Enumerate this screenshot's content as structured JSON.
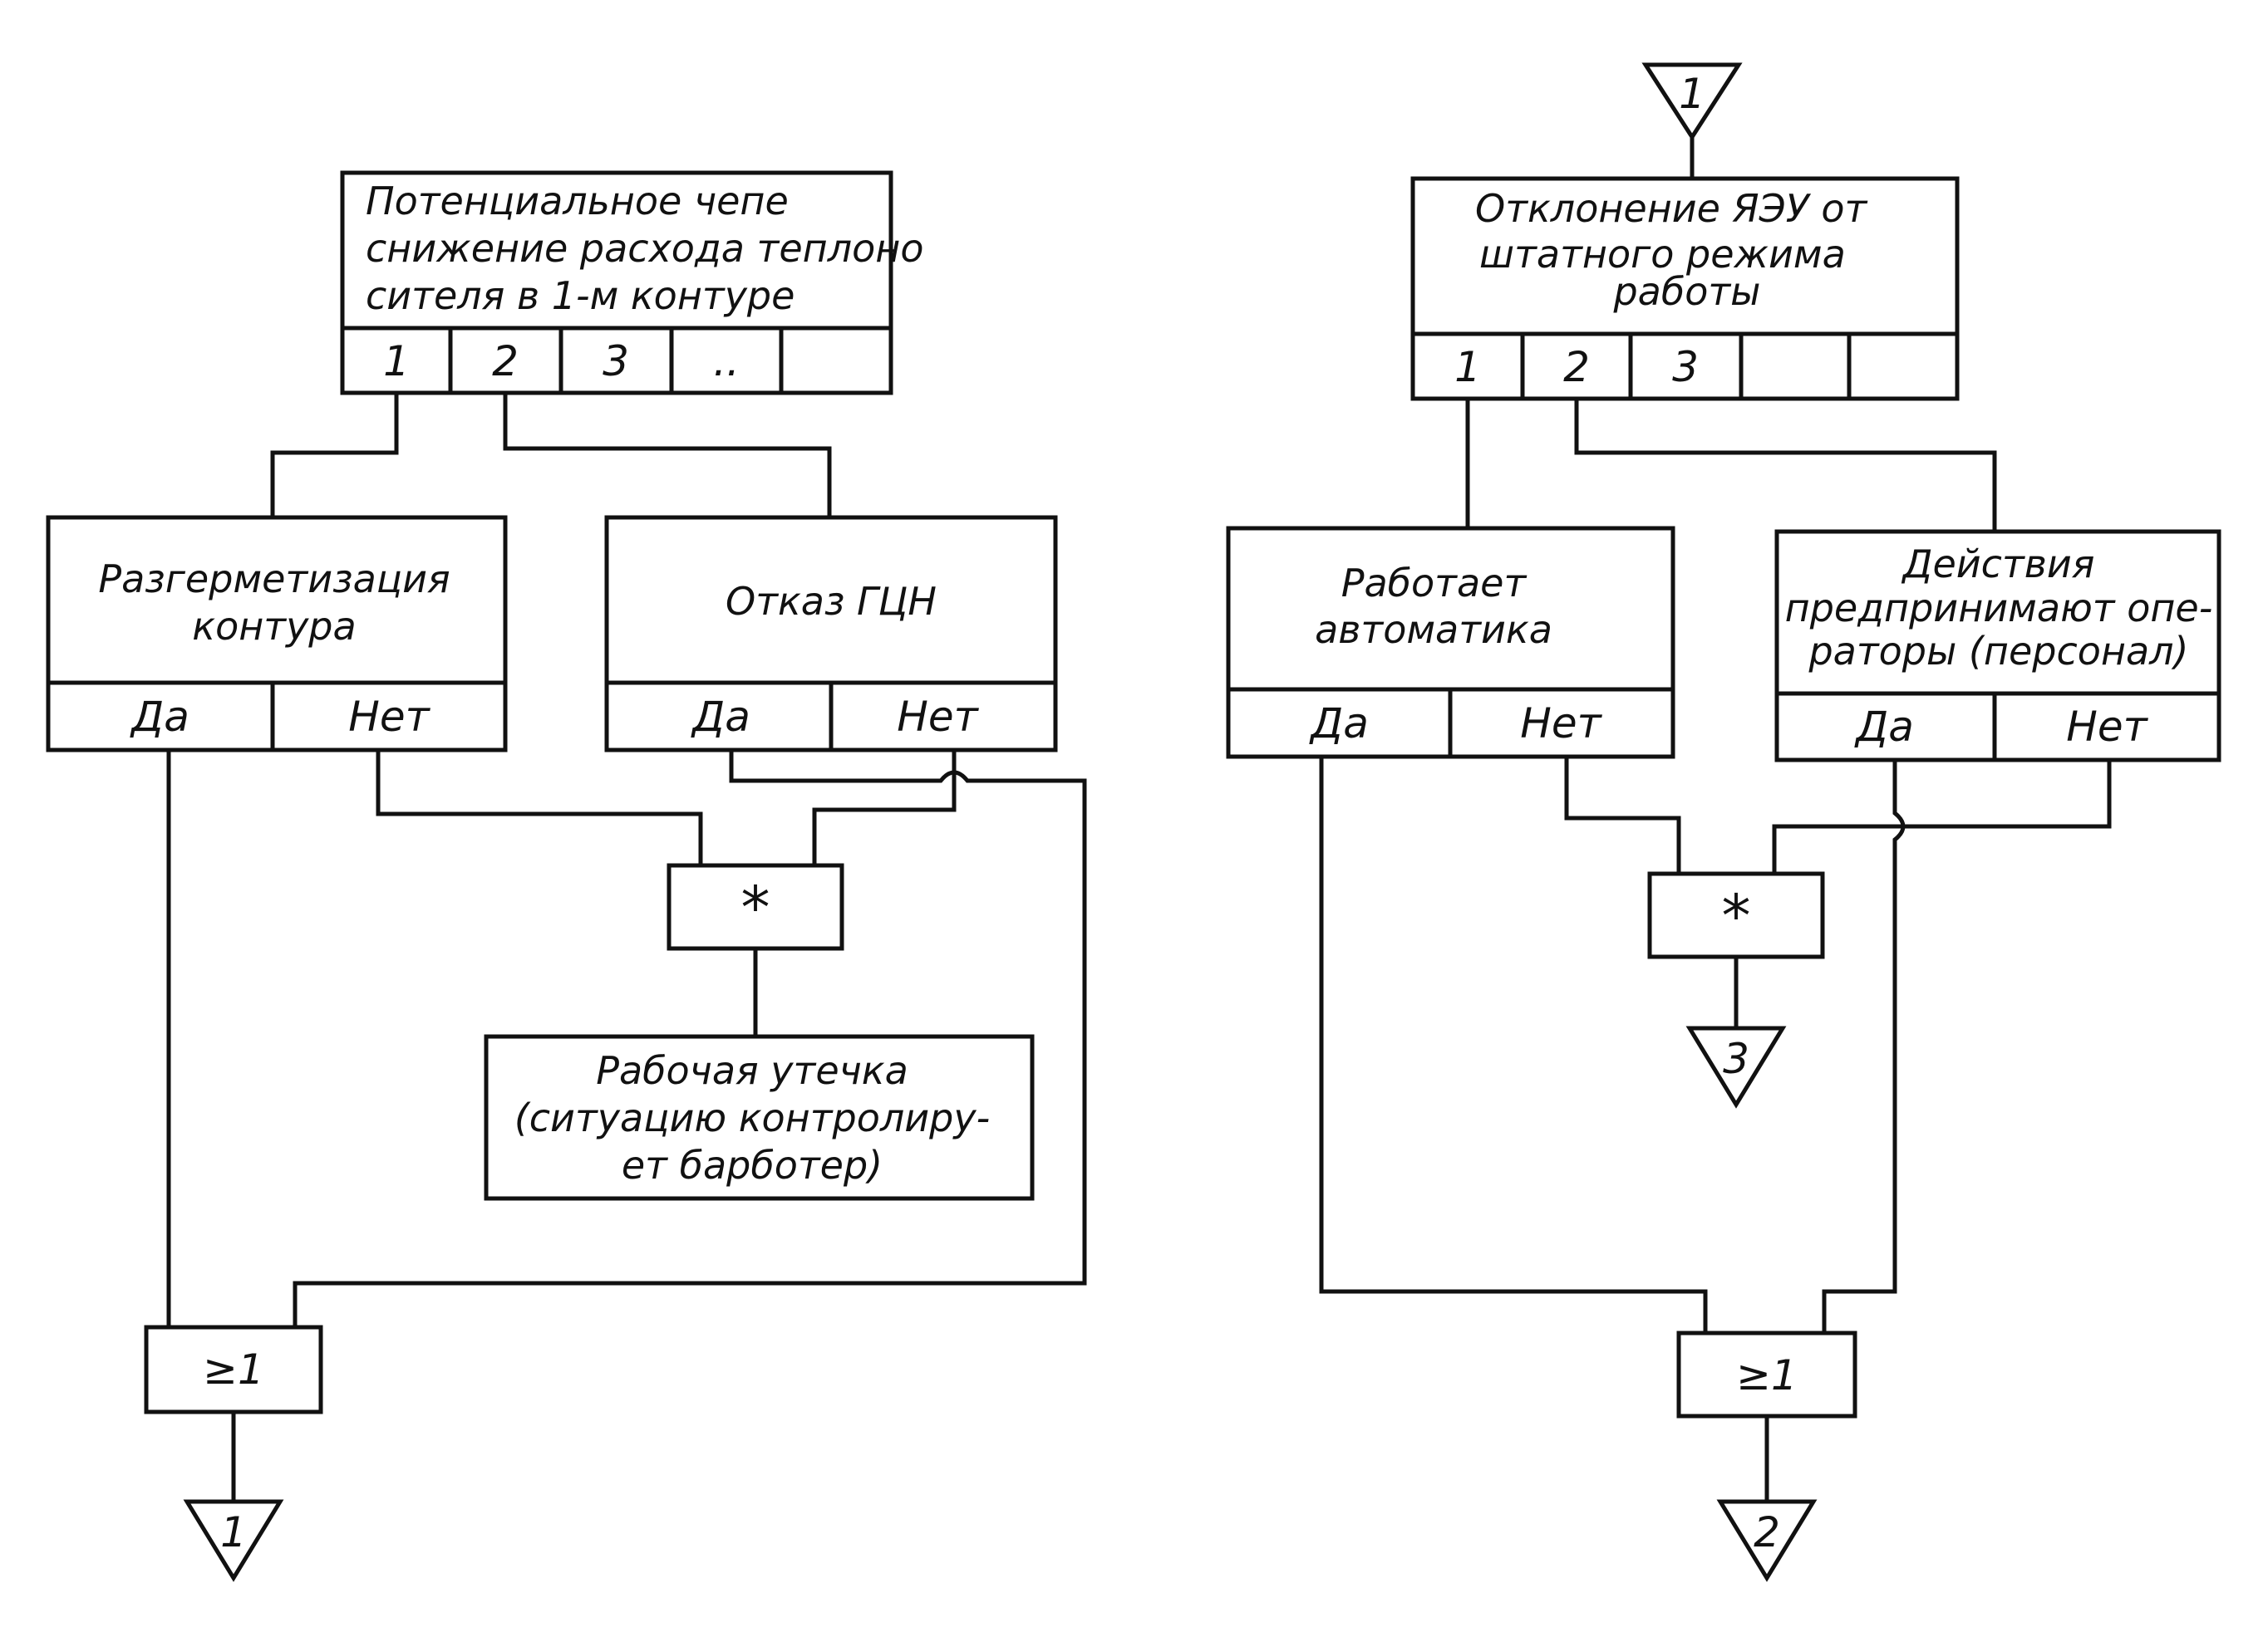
{
  "left_tree": {
    "top_event": {
      "lines": [
        "Потенциальное чепе",
        "снижение расхода теплоно",
        "сителя в 1-м контуре"
      ],
      "cells": [
        "1",
        "2",
        "3",
        "..",
        ""
      ]
    },
    "node_a": {
      "lines": [
        "Разгерметизация",
        "контура"
      ],
      "yes": "Да",
      "no": "Нет"
    },
    "node_b": {
      "lines": [
        "Отказ ГЦН"
      ],
      "yes": "Да",
      "no": "Нет"
    },
    "and_gate": "*",
    "outcome": {
      "lines": [
        "Рабочая утечка",
        "(ситуацию контролиру-",
        "ет барботер)"
      ]
    },
    "or_gate": "≥1",
    "out_connector": "1"
  },
  "right_tree": {
    "in_connector": "1",
    "top_event": {
      "lines": [
        "Отклонение ЯЭУ от",
        "штатного режима",
        "работы"
      ],
      "cells": [
        "1",
        "2",
        "3",
        "",
        ""
      ]
    },
    "node_a": {
      "lines": [
        "Работает",
        "автоматика"
      ],
      "yes": "Да",
      "no": "Нет"
    },
    "node_b": {
      "lines": [
        "Действия",
        "предпринимают опе-",
        "раторы (персонал)"
      ],
      "yes": "Да",
      "no": "Нет"
    },
    "and_gate": "*",
    "and_connector": "3",
    "or_gate": "≥1",
    "out_connector": "2"
  }
}
